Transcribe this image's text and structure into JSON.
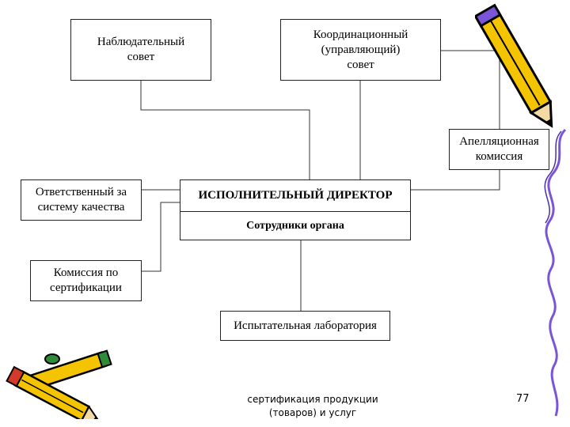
{
  "boxes": {
    "supervisory": "Наблюдательный\nсовет",
    "coordination": "Координационный\n(управляющий)\nсовет",
    "appeal": "Апелляционная\nкомиссия",
    "quality": "Ответственный за\nсистему качества",
    "certification": "Комиссия по\nсертификации",
    "lab": "Испытательная лаборатория"
  },
  "director": {
    "title": "ИСПОЛНИТЕЛЬНЫЙ ДИРЕКТОР",
    "staff": "Сотрудники органа"
  },
  "footer": {
    "caption": "сертификация продукции\n(товаров) и услуг",
    "page": "77"
  },
  "icons": {
    "pencil_right": "pencil-icon",
    "pencils_left": "pencils-icon",
    "squiggle": "squiggle-line"
  },
  "colors": {
    "pencil_body": "#f5c400",
    "pencil_outline": "#000000",
    "squiggle": "#7a55d8",
    "eraser": "#d43a2a",
    "cap_green": "#2e8b3a"
  }
}
